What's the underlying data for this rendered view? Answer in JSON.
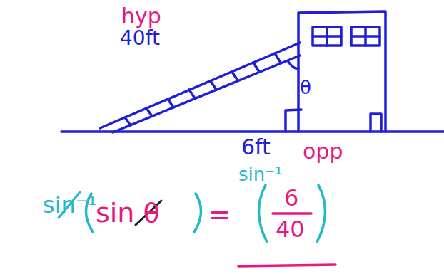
{
  "diagram": {
    "labels": [
      "hyp",
      "40ft",
      "θ",
      "6ft",
      "opp",
      "sin⁻¹",
      "sin θ",
      "=",
      "sin⁻¹",
      "6",
      "40"
    ]
  }
}
